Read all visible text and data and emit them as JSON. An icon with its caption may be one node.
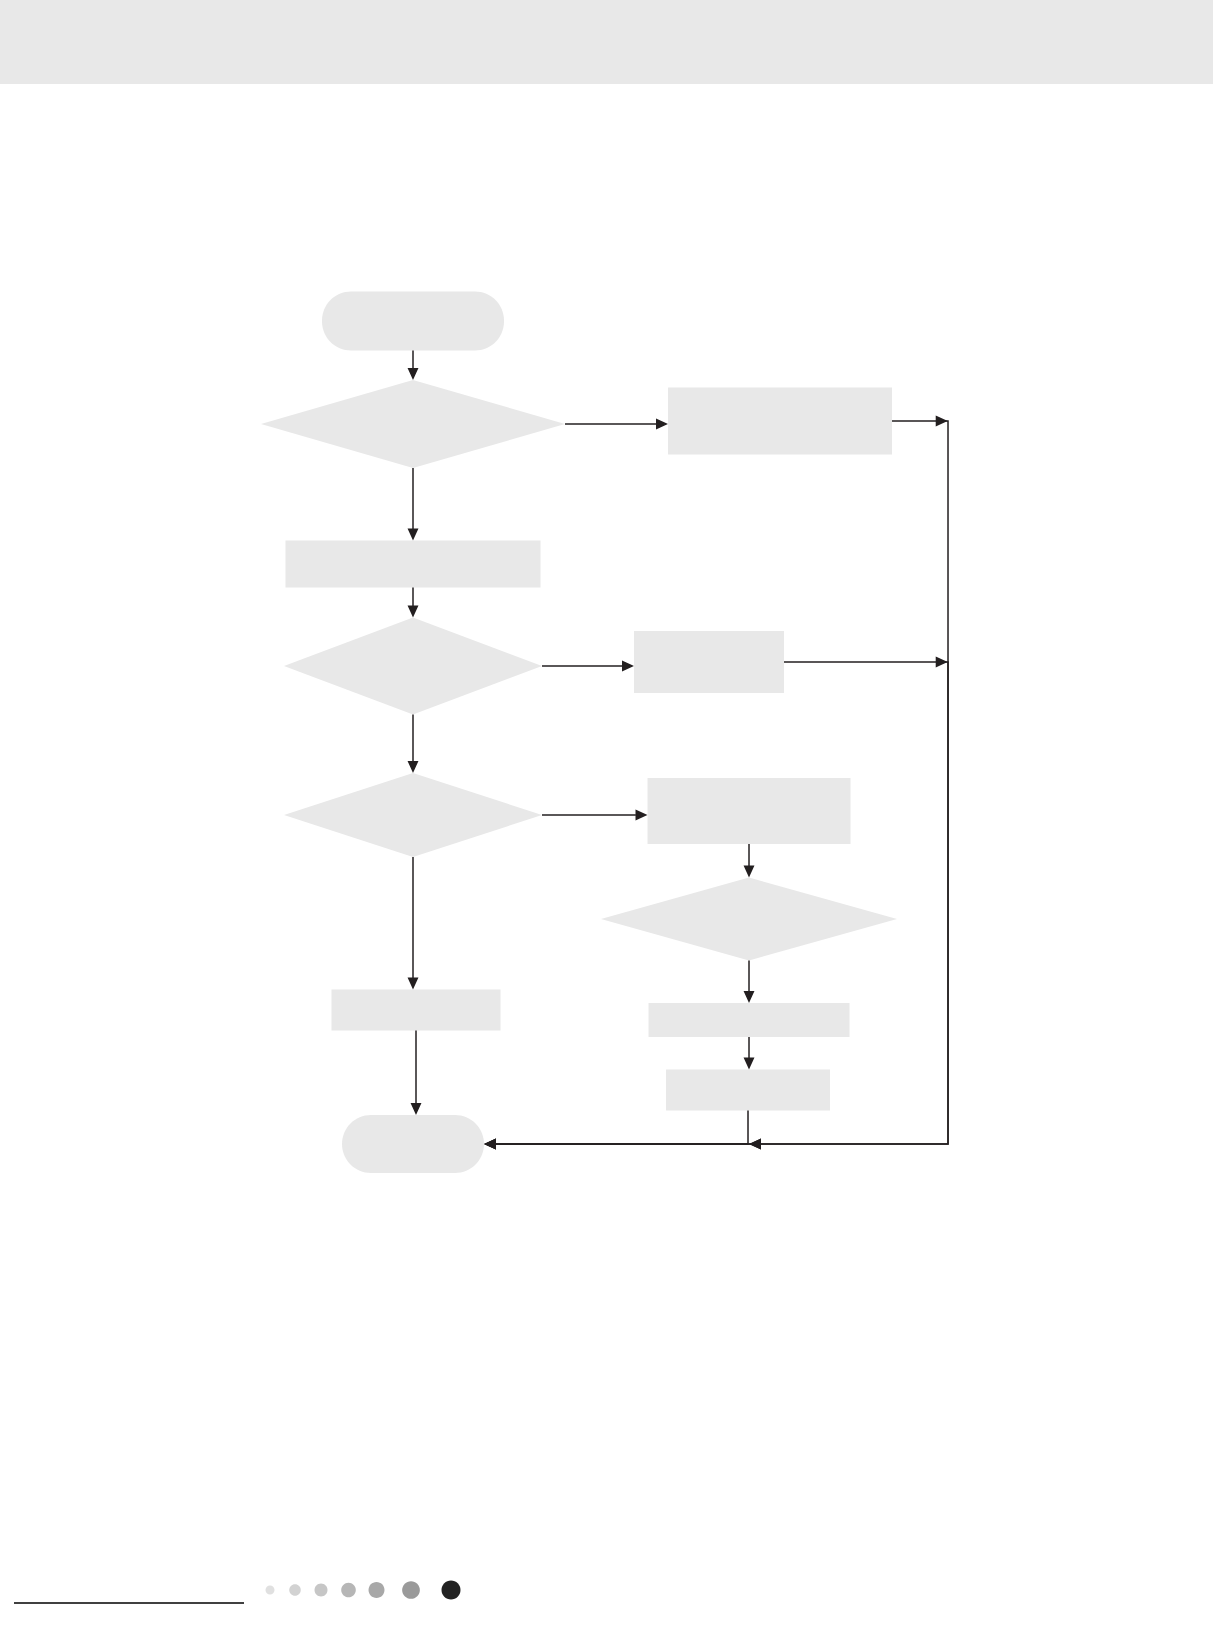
{
  "diagram": {
    "nodes": [
      {
        "text": [],
        "shape": "pill"
      },
      {
        "text": [],
        "shape": "diamond"
      },
      {
        "text": [],
        "shape": "box"
      },
      {
        "text": [],
        "shape": "box"
      },
      {
        "text": [],
        "shape": "diamond"
      },
      {
        "text": [],
        "shape": "box"
      },
      {
        "text": [],
        "shape": "diamond"
      },
      {
        "text": [],
        "shape": "box"
      },
      {
        "text": [],
        "shape": "diamond"
      },
      {
        "text": [],
        "shape": "box"
      },
      {
        "text": [],
        "shape": "box"
      },
      {
        "text": [],
        "shape": "box"
      },
      {
        "text": [],
        "shape": "pill"
      }
    ],
    "edges": [
      {
        "from": 0,
        "to": 1,
        "arrow": "to"
      },
      {
        "from": 1,
        "to": 2,
        "arrow": "to"
      },
      {
        "from": 1,
        "to": 3,
        "arrow": "to"
      },
      {
        "from": 3,
        "to": 4,
        "arrow": "to"
      },
      {
        "from": 4,
        "to": 5,
        "arrow": "to"
      },
      {
        "from": 4,
        "to": 6,
        "arrow": "to"
      },
      {
        "from": 6,
        "to": 7,
        "arrow": "to"
      },
      {
        "from": 7,
        "to": 8,
        "arrow": "to"
      },
      {
        "from": 8,
        "to": 9,
        "arrow": "to"
      },
      {
        "from": 9,
        "to": 10,
        "arrow": "to"
      },
      {
        "from": 10,
        "to": 12,
        "arrow": "to"
      },
      {
        "from": 6,
        "to": 11,
        "arrow": "to"
      },
      {
        "from": 11,
        "to": 12,
        "arrow": "to"
      },
      {
        "from": 2,
        "to": 12,
        "arrow": "to"
      },
      {
        "from": 5,
        "to": 12,
        "arrow": "to"
      }
    ]
  }
}
